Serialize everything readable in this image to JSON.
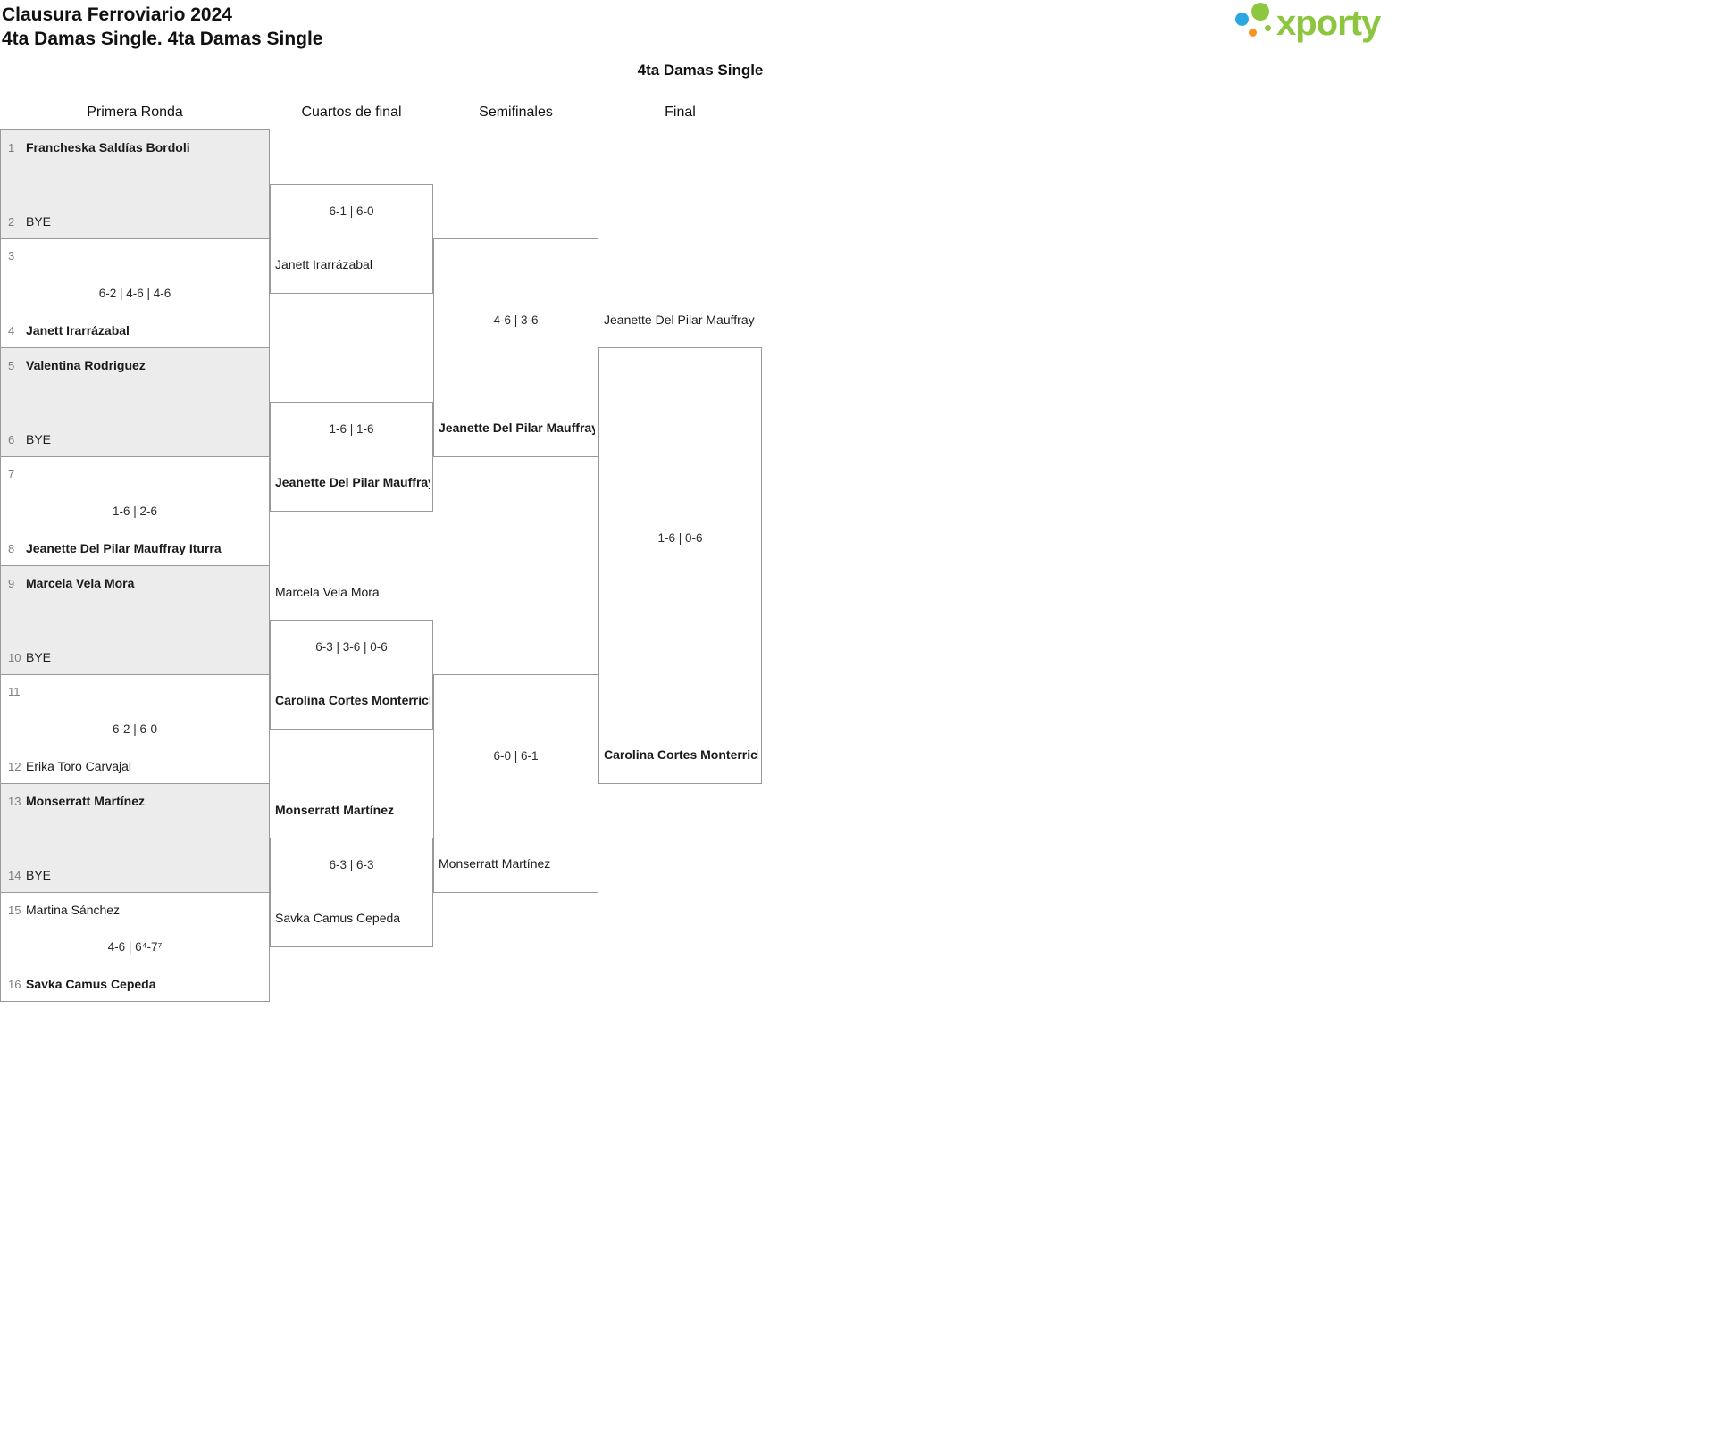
{
  "header": {
    "title": "Clausura Ferroviario 2024",
    "subtitle": "4ta Damas Single. 4ta Damas Single"
  },
  "logo": {
    "text": "xporty",
    "colors": {
      "green": "#8dc63f",
      "blue": "#2aa9e0",
      "orange": "#f7941d"
    }
  },
  "bracket_title": "4ta Damas Single",
  "rounds": {
    "r1": "Primera Ronda",
    "qf": "Cuartos de final",
    "sf": "Semifinales",
    "f": "Final"
  },
  "first_round": [
    {
      "top_seed": "1",
      "top_name": "Francheska Saldías Bordoli",
      "bottom_seed": "2",
      "bottom_name": "BYE",
      "score": ""
    },
    {
      "top_seed": "3",
      "top_name": "",
      "bottom_seed": "4",
      "bottom_name": "Janett Irarrázabal",
      "score": "6-2 | 4-6 | 4-6"
    },
    {
      "top_seed": "5",
      "top_name": "Valentina Rodriguez",
      "bottom_seed": "6",
      "bottom_name": "BYE",
      "score": ""
    },
    {
      "top_seed": "7",
      "top_name": "",
      "bottom_seed": "8",
      "bottom_name": "Jeanette Del Pilar Mauffray Iturra",
      "score": "1-6 | 2-6"
    },
    {
      "top_seed": "9",
      "top_name": "Marcela Vela Mora",
      "bottom_seed": "10",
      "bottom_name": "BYE",
      "score": ""
    },
    {
      "top_seed": "11",
      "top_name": "",
      "bottom_seed": "12",
      "bottom_name": "Erika Toro Carvajal",
      "score": "6-2 | 6-0"
    },
    {
      "top_seed": "13",
      "top_name": "Monserratt Martínez",
      "bottom_seed": "14",
      "bottom_name": "BYE",
      "score": ""
    },
    {
      "top_seed": "15",
      "top_name": "Martina Sánchez",
      "bottom_seed": "16",
      "bottom_name": "Savka Camus Cepeda",
      "score": "4-6 | 6⁴-7⁷"
    }
  ],
  "quarterfinals": [
    {
      "top_name": "",
      "score": "6-1 | 6-0",
      "bottom_name": "Janett Irarrázabal"
    },
    {
      "top_name": "",
      "score": "1-6 | 1-6",
      "bottom_name": "Jeanette Del Pilar Mauffray Iturra"
    },
    {
      "top_name": "Marcela Vela Mora",
      "score": "6-3 | 3-6 | 0-6",
      "bottom_name": "Carolina Cortes Monterrichard"
    },
    {
      "top_name": "Monserratt Martínez",
      "score": "6-3 | 6-3",
      "bottom_name": "Savka Camus Cepeda"
    }
  ],
  "semifinals": [
    {
      "top_name": "",
      "score": "4-6 | 3-6",
      "bottom_name": "Jeanette Del Pilar Mauffray Iturra"
    },
    {
      "top_name": "",
      "score": "6-0 | 6-1",
      "bottom_name": "Monserratt Martínez"
    }
  ],
  "final": {
    "top_name": "Jeanette Del Pilar Mauffray Iturra",
    "score": "1-6 | 0-6",
    "bottom_name": "Carolina Cortes Monterrichard"
  }
}
